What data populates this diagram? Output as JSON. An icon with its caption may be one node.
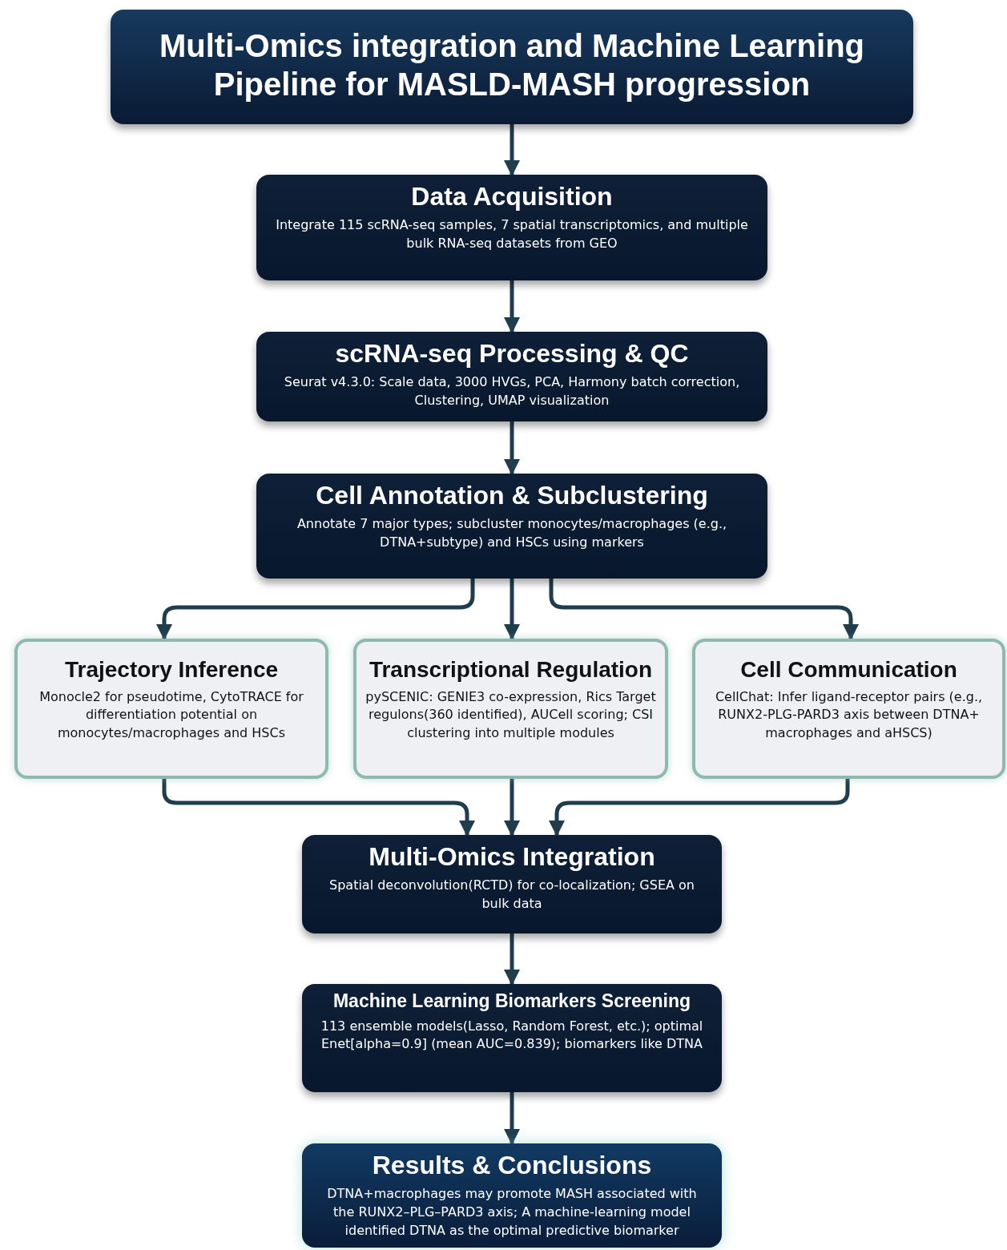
{
  "diagram": {
    "nodes": [
      {
        "text": [
          "Multi-Omics integration and Machine Learning Pipeline for MASLD-MASH progression"
        ]
      },
      {
        "text": [
          "Data Acquisition",
          "Integrate 115 scRNA-seq samples, 7 spatial transcriptomics, and multiple bulk RNA-seq datasets from GEO"
        ]
      },
      {
        "text": [
          "scRNA-seq Processing & QC",
          "Seurat v4.3.0: Scale data, 3000 HVGs, PCA, Harmony batch correction, Clustering, UMAP visualization"
        ]
      },
      {
        "text": [
          "Cell Annotation & Subclustering",
          "Annotate 7 major types; subcluster monocytes/macrophages (e.g., DTNA+subtype) and HSCs using markers"
        ]
      },
      {
        "text": [
          "Trajectory Inference",
          "Monocle2 for pseudotime, CytoTRACE for differentiation potential on monocytes/macrophages and HSCs"
        ]
      },
      {
        "text": [
          "Transcriptional Regulation",
          "pySCENIC: GENIE3 co-expression, Rics Target regulons(360 identified), AUCell scoring; CSI clustering into multiple modules"
        ]
      },
      {
        "text": [
          "Cell Communication",
          "CellChat: Infer ligand-receptor pairs (e.g., RUNX2-PLG-PARD3 axis between DTNA+ macrophages and aHSCS)"
        ]
      },
      {
        "text": [
          "Multi-Omics Integration",
          "Spatial deconvolution(RCTD) for co-localization; GSEA on bulk data"
        ]
      },
      {
        "text": [
          "Machine Learning Biomarkers Screening",
          "113 ensemble models(Lasso, Random Forest, etc.); optimal Enet[alpha=0.9] (mean AUC=0.839); biomarkers like DTNA"
        ]
      },
      {
        "text": [
          "Results & Conclusions",
          "DTNA+macrophages may promote MASH associated with the RUNX2–PLG–PARD3 axis; A machine-learning model  identified DTNA as the optimal predictive biomarker"
        ]
      }
    ],
    "edges": [
      {
        "from": 0,
        "to": 1,
        "arrow": "to"
      },
      {
        "from": 1,
        "to": 2,
        "arrow": "to"
      },
      {
        "from": 2,
        "to": 3,
        "arrow": "to"
      },
      {
        "from": 3,
        "to": 4,
        "arrow": "to"
      },
      {
        "from": 3,
        "to": 5,
        "arrow": "to"
      },
      {
        "from": 3,
        "to": 6,
        "arrow": "to"
      },
      {
        "from": 4,
        "to": 7,
        "arrow": "to"
      },
      {
        "from": 5,
        "to": 7,
        "arrow": "to"
      },
      {
        "from": 6,
        "to": 7,
        "arrow": "to"
      },
      {
        "from": 7,
        "to": 8,
        "arrow": "to"
      },
      {
        "from": 8,
        "to": 9,
        "arrow": "to"
      }
    ]
  }
}
